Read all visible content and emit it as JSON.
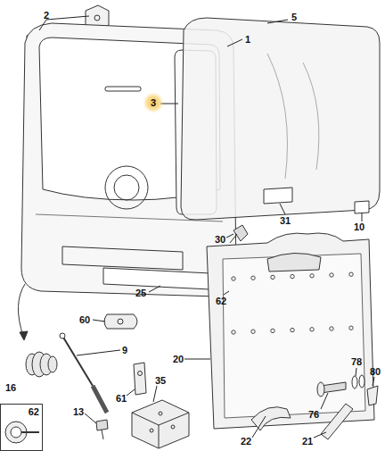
{
  "diagram": {
    "nodes": [
      {
        "text": [
          "62"
        ]
      }
    ],
    "labels": [
      "2",
      "1",
      "5",
      "3",
      "30",
      "31",
      "10",
      "25",
      "62",
      "60",
      "9",
      "16",
      "61",
      "20",
      "35",
      "13",
      "78",
      "80",
      "76",
      "22",
      "21"
    ]
  }
}
